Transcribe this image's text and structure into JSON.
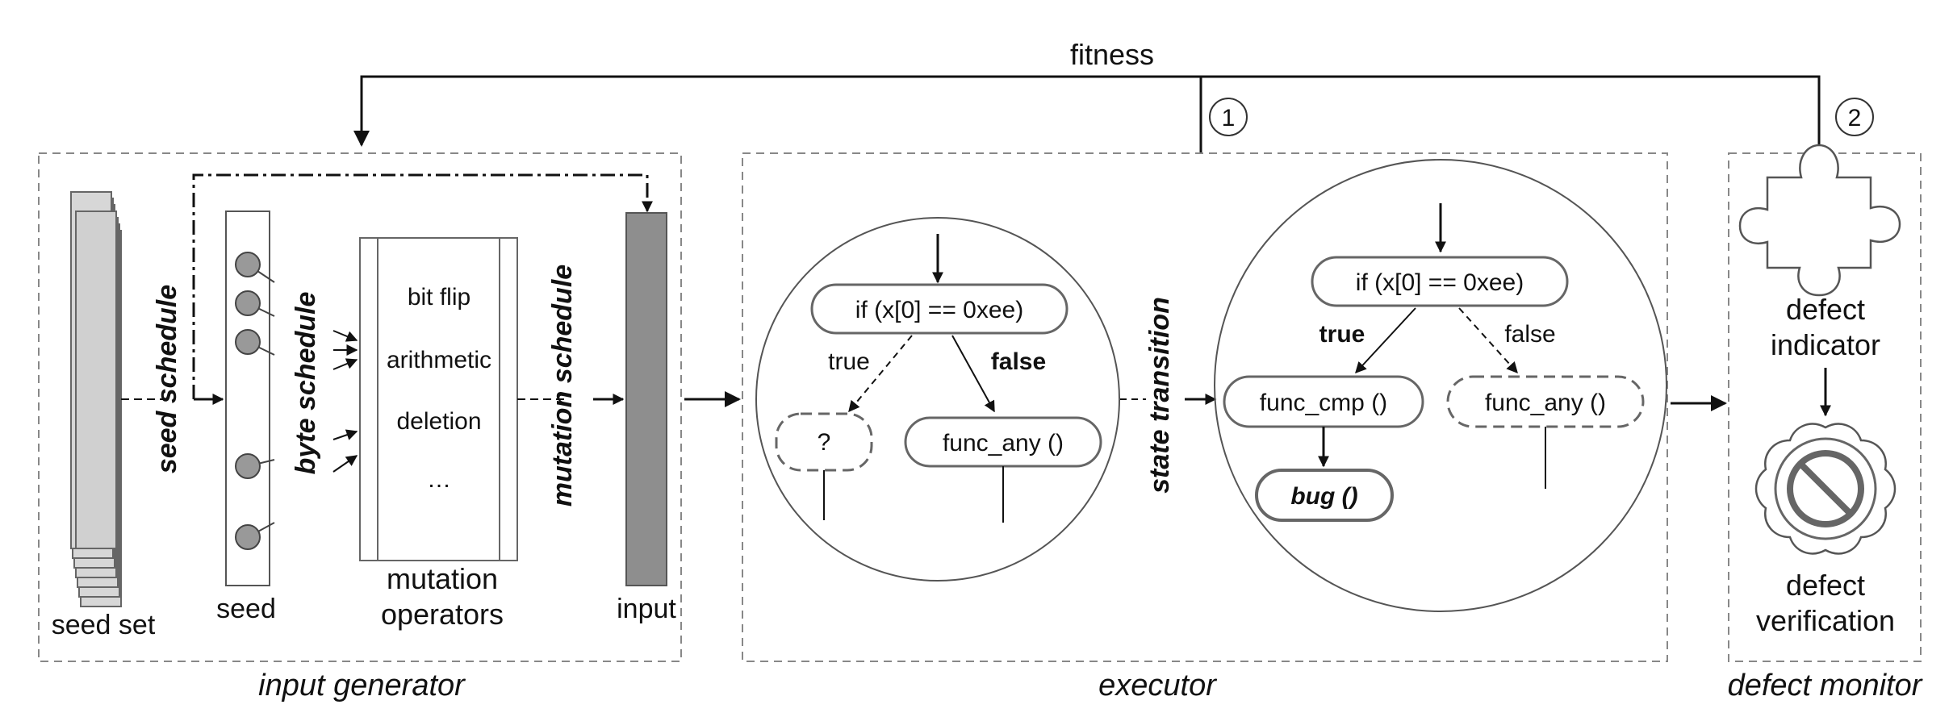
{
  "feedback": {
    "label": "fitness",
    "marker_1": "1",
    "marker_2": "2"
  },
  "input_generator": {
    "title": "input generator",
    "seed_set_label": "seed set",
    "seed_label": "seed",
    "seed_schedule_label": "seed schedule",
    "byte_schedule_label": "byte schedule",
    "operators": [
      "bit flip",
      "arithmetic",
      "deletion",
      "…"
    ],
    "operators_caption_line1": "mutation",
    "operators_caption_line2": "operators",
    "mutation_schedule_label": "mutation schedule",
    "input_label": "input"
  },
  "executor": {
    "title": "executor",
    "state_transition_label": "state transition",
    "left_circle": {
      "condition": "if (x[0] == 0xee)",
      "true_label": "true",
      "false_label": "false",
      "unknown_node": "?",
      "func_node": "func_any ()"
    },
    "right_circle": {
      "condition": "if (x[0] == 0xee)",
      "true_label": "true",
      "false_label": "false",
      "cmp_node": "func_cmp ()",
      "any_node": "func_any ()",
      "bug_node": "bug ()"
    }
  },
  "defect_monitor": {
    "title": "defect monitor",
    "indicator_line1": "defect",
    "indicator_line2": "indicator",
    "verification_line1": "defect",
    "verification_line2": "verification",
    "indicator_icon": "puzzle-piece-icon",
    "verification_icon": "prohibited-badge-icon"
  }
}
